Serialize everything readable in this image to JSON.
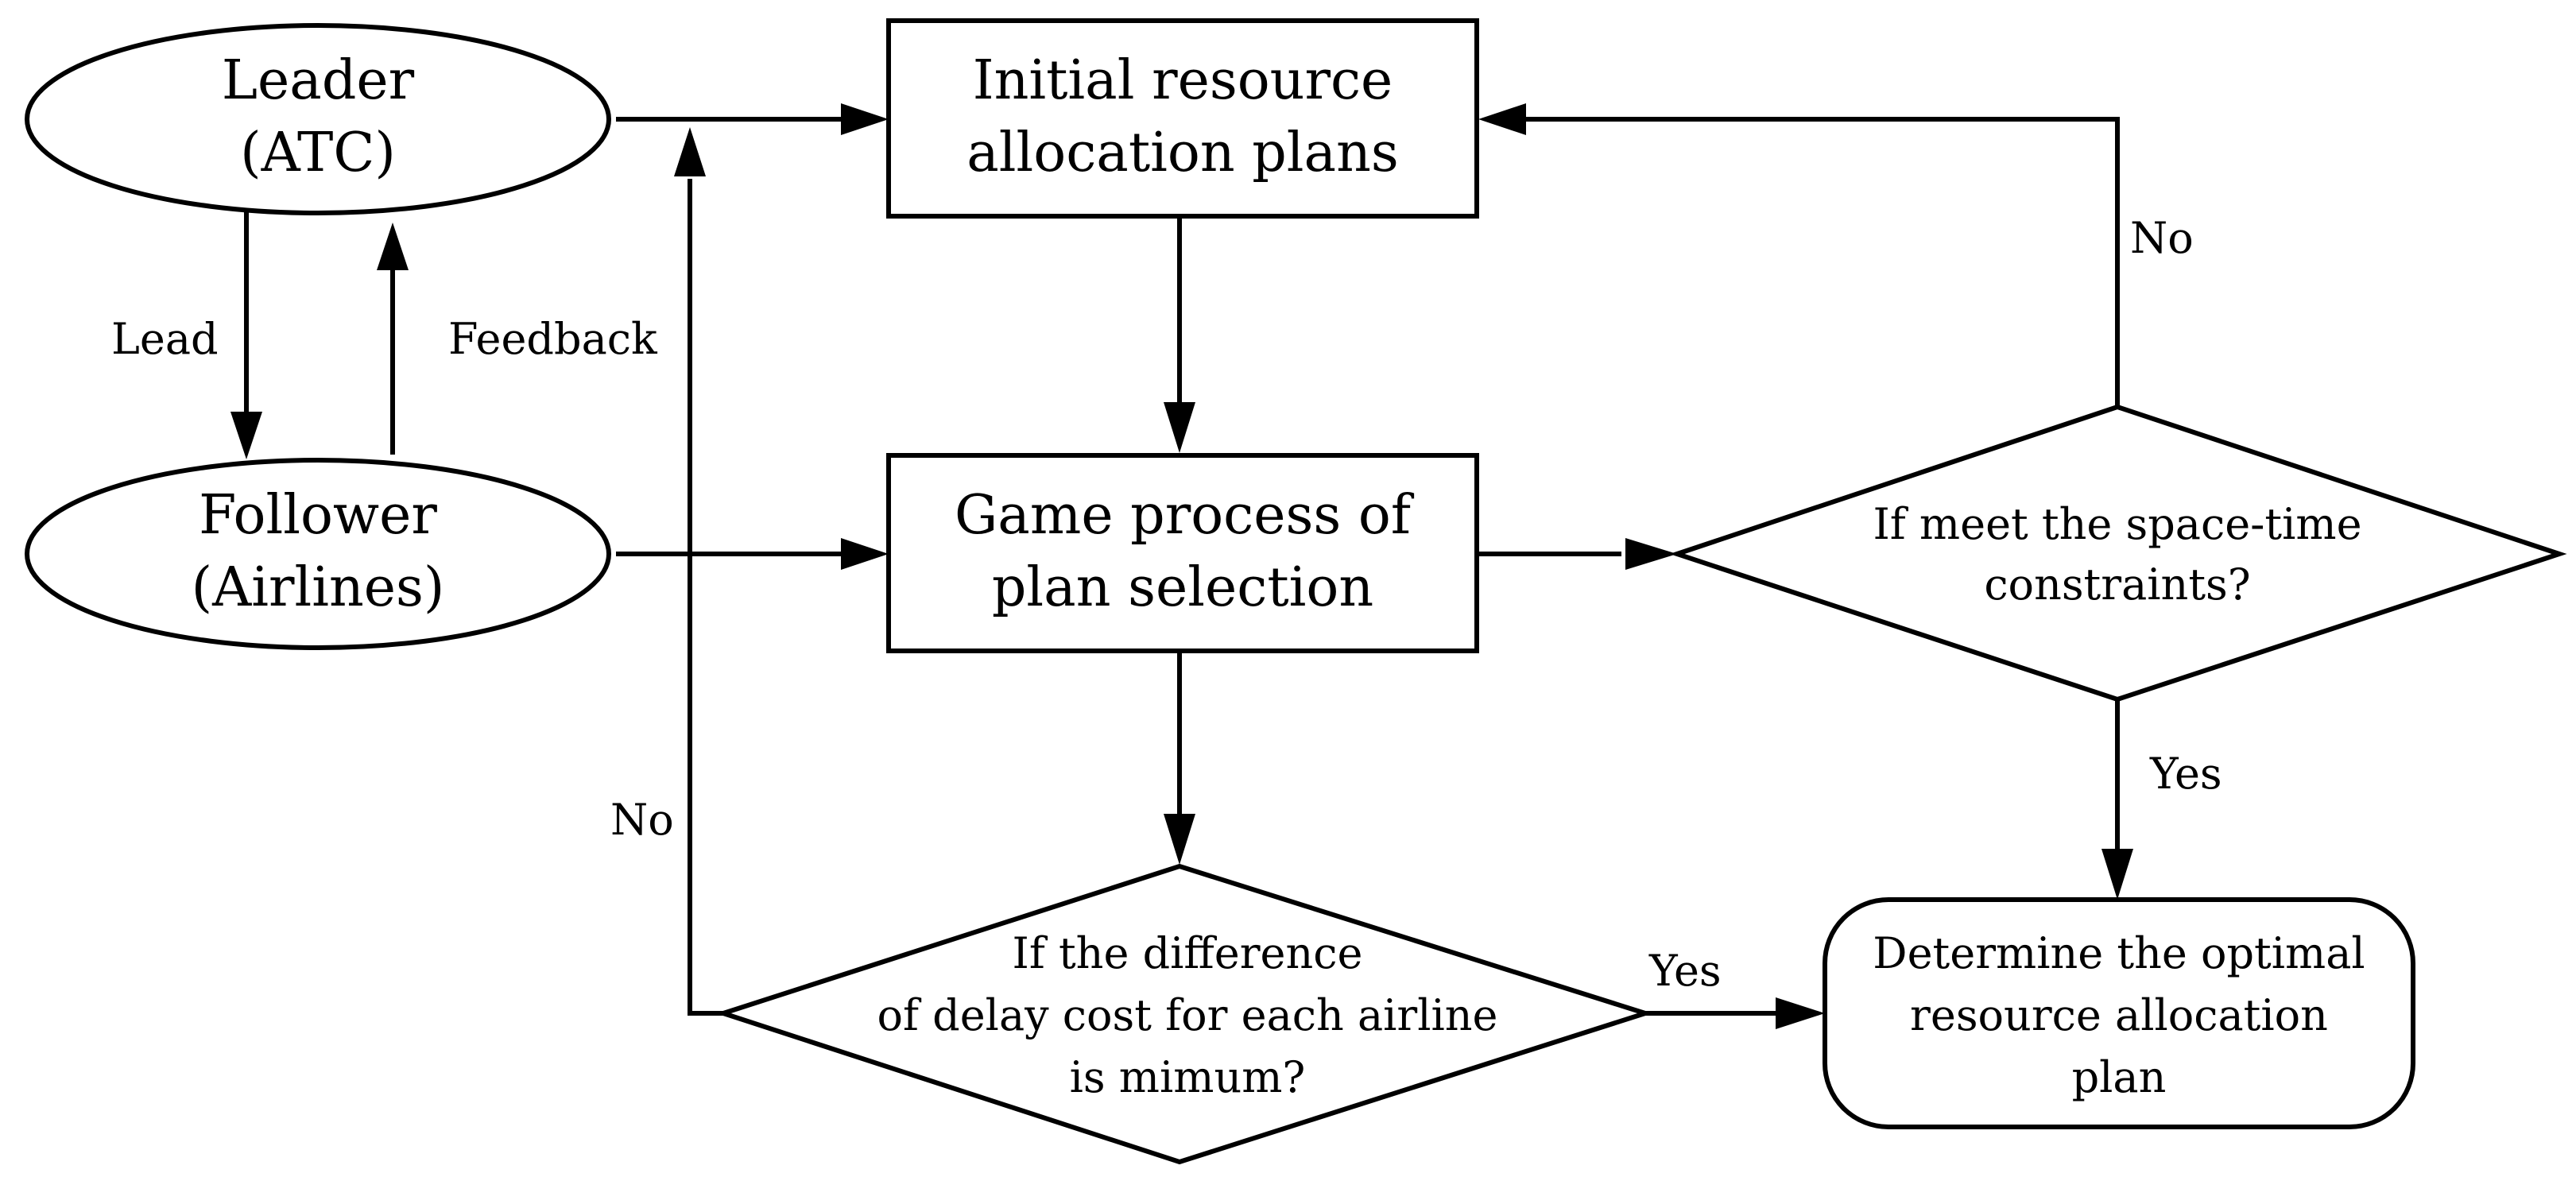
{
  "nodes": {
    "leader": {
      "lines": [
        "Leader",
        "(ATC)"
      ]
    },
    "follower": {
      "lines": [
        "Follower",
        "(Airlines)"
      ]
    },
    "initial_plans": {
      "lines": [
        "Initial resource",
        "allocation plans"
      ]
    },
    "game_process": {
      "lines": [
        "Game process of",
        "plan selection"
      ]
    },
    "space_time_check": {
      "lines": [
        "If meet the space-time",
        "constraints?"
      ]
    },
    "delay_cost_check": {
      "lines": [
        "If the difference",
        "of delay cost for each airline",
        "is mimum?"
      ]
    },
    "optimal_plan": {
      "lines": [
        "Determine the optimal",
        "resource allocation",
        "plan"
      ]
    }
  },
  "edge_labels": {
    "lead": "Lead",
    "feedback": "Feedback",
    "no_left": "No",
    "no_right": "No",
    "yes_right": "Yes",
    "yes_bottom": "Yes"
  },
  "colors": {
    "stroke": "#000000",
    "background": "#ffffff"
  }
}
